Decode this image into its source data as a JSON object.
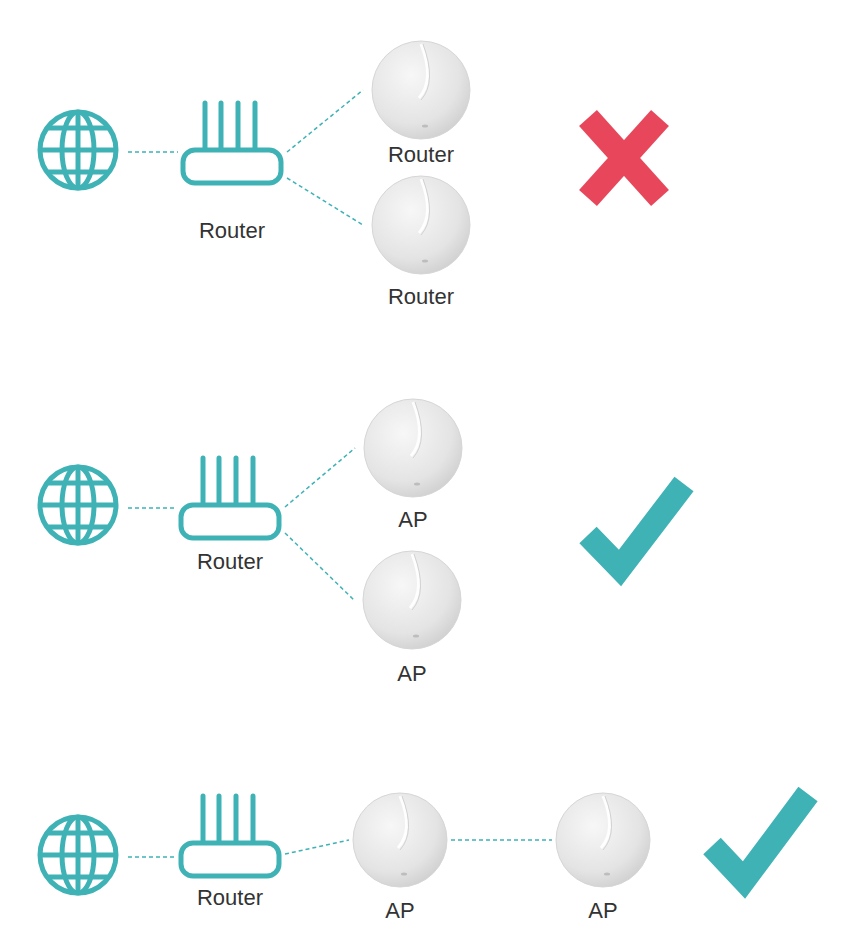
{
  "diagram": {
    "nodes": [
      {
        "text": [
          "Router"
        ]
      },
      {
        "text": [
          "Router"
        ]
      },
      {
        "text": [
          "Router"
        ]
      },
      {
        "text": [
          "Router"
        ]
      },
      {
        "text": [
          "AP"
        ]
      },
      {
        "text": [
          "AP"
        ]
      },
      {
        "text": [
          "Router"
        ]
      },
      {
        "text": [
          "AP"
        ]
      },
      {
        "text": [
          "AP"
        ]
      }
    ],
    "edges": [
      {
        "from": 0,
        "to": 1,
        "arrow": "none"
      },
      {
        "from": 0,
        "to": 2,
        "arrow": "none"
      },
      {
        "from": 3,
        "to": 4,
        "arrow": "none"
      },
      {
        "from": 3,
        "to": 5,
        "arrow": "none"
      },
      {
        "from": 6,
        "to": 7,
        "arrow": "none"
      },
      {
        "from": 7,
        "to": 8,
        "arrow": "none"
      }
    ]
  }
}
